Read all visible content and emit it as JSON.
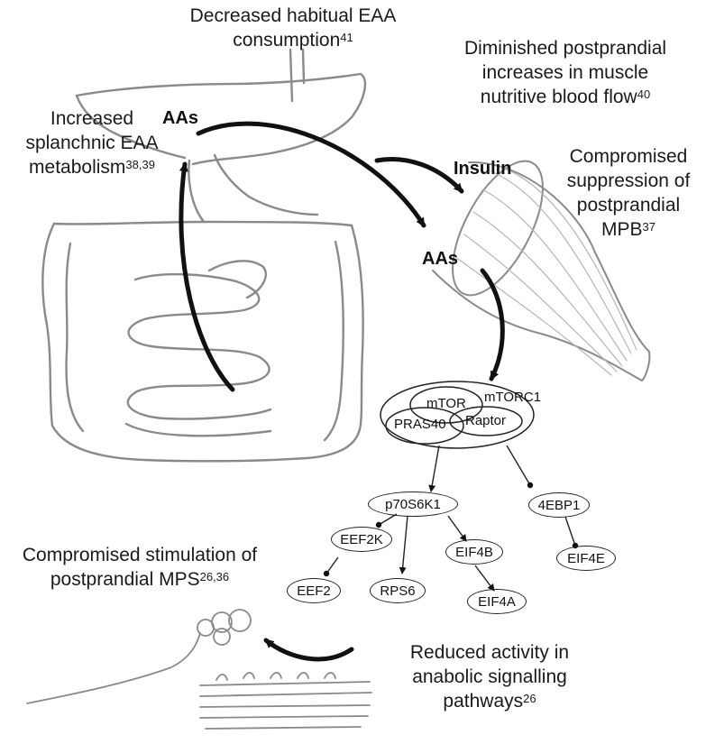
{
  "labels": {
    "eaa_consumption": {
      "line1": "Decreased habitual EAA",
      "line2": "consumption",
      "ref": "41"
    },
    "blood_flow": {
      "line1": "Diminished postprandial",
      "line2": "increases in muscle",
      "line3": "nutritive blood flow",
      "ref": "40"
    },
    "splanchnic": {
      "line1": "Increased",
      "line2": "splanchnic EAA",
      "line3": "metabolism",
      "ref": "38,39"
    },
    "mpb": {
      "line1": "Compromised",
      "line2": "suppression of",
      "line3": "postprandial",
      "line4": "MPB",
      "ref": "37"
    },
    "mps": {
      "line1": "Compromised stimulation of",
      "line2": "postprandial MPS",
      "ref": "26,36"
    },
    "signalling": {
      "line1": "Reduced activity in",
      "line2": "anabolic signalling",
      "line3": "pathways",
      "ref": "26"
    },
    "aas_gut": "AAs",
    "aas_muscle": "AAs",
    "insulin": "Insulin"
  },
  "nodes": {
    "mtor": "mTOR",
    "mtorc1": "mTORC1",
    "pras40": "PRAS40",
    "raptor": "Raptor",
    "p70s6k1": "p70S6K1",
    "ebp1": "4EBP1",
    "eef2k": "EEF2K",
    "eif4b": "EIF4B",
    "eif4e": "EIF4E",
    "eef2": "EEF2",
    "rps6": "RPS6",
    "eif4a": "EIF4A"
  },
  "colors": {
    "sketch": "#8a8a8a",
    "ink": "#111111"
  }
}
